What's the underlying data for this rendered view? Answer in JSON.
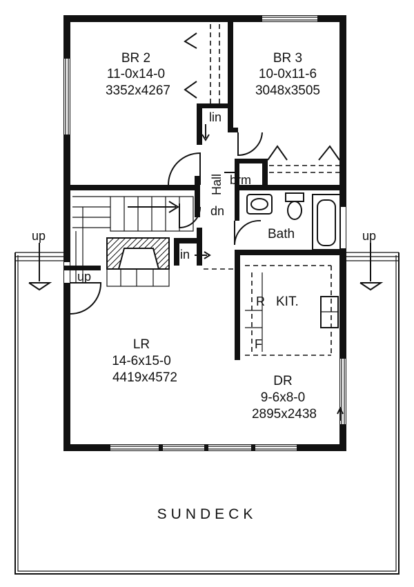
{
  "rooms": {
    "br2": {
      "name": "BR 2",
      "imperial": "11-0x14-0",
      "metric": "3352x4267"
    },
    "br3": {
      "name": "BR 3",
      "imperial": "10-0x11-6",
      "metric": "3048x3505"
    },
    "lr": {
      "name": "LR",
      "imperial": "14-6x15-0",
      "metric": "4419x4572"
    },
    "dr": {
      "name": "DR",
      "imperial": "9-6x8-0",
      "metric": "2895x2438"
    },
    "kit": {
      "name": "KIT."
    },
    "bath": {
      "name": "Bath"
    },
    "hall": {
      "name": "Hall"
    },
    "brm": {
      "name": "brm"
    },
    "lin_top": {
      "name": "lin"
    },
    "lin_mid": {
      "name": "lin"
    }
  },
  "appliances": {
    "range": "R",
    "fridge": "F"
  },
  "stairs": {
    "up_left": "up",
    "up_right": "up",
    "up_inside": "up",
    "down": "dn"
  },
  "deck": {
    "name": "SUNDECK"
  }
}
